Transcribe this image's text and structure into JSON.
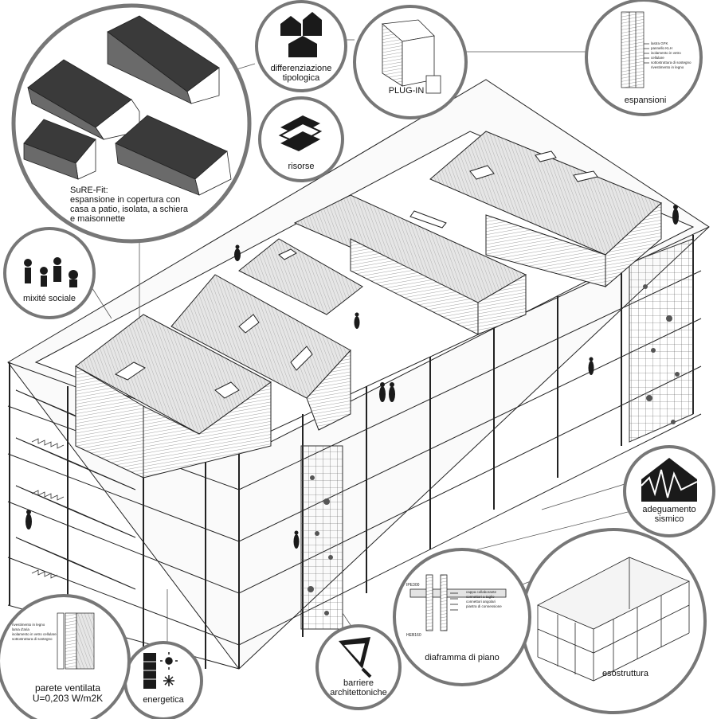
{
  "bubbles": {
    "surefit": {
      "lines": [
        "SuRE-Fit:",
        "espansione in copertura con",
        "casa a patio, isolata, a schiera",
        "e maisonnette"
      ]
    },
    "differenziazione": {
      "lines": [
        "differenziazione",
        "tipologica"
      ]
    },
    "risorse": {
      "label": "risorse"
    },
    "plugin": {
      "label": "PLUG-IN"
    },
    "espansioni": {
      "label": "espansioni",
      "layers": [
        "lastra GFK",
        "pannello KLH",
        "isolamento in vetro cellulare",
        "sottostruttura di sostegno",
        "rivestimento in legno"
      ]
    },
    "mixite": {
      "label": "mixité sociale"
    },
    "adeguamento": {
      "lines": [
        "adeguamento",
        "sismico"
      ]
    },
    "esostruttura": {
      "label": "esostruttura"
    },
    "diaframma": {
      "label": "diaframma di piano",
      "profiles": [
        "IPE300",
        "HEB160"
      ],
      "layers": [
        "cappa collaborante",
        "connettori a taglio",
        "connettori angolari",
        "piastra di connessione"
      ]
    },
    "barriere": {
      "lines": [
        "barriere",
        "architettoniche"
      ]
    },
    "energetica": {
      "label": "energetica"
    },
    "parete": {
      "lines": [
        "parete ventilata",
        "U=0,203 W/m2K"
      ],
      "layers": [
        "rivestimento in legno",
        "lama d'aria",
        "isolamento in vetro cellulare",
        "sottostruttura di sostegno"
      ]
    }
  },
  "colors": {
    "line": "#1a1a1a",
    "fill": "#ffffff",
    "gray": "#9a9a9a",
    "dark": "#3a3a3a",
    "roof": "#d8d8d8"
  }
}
